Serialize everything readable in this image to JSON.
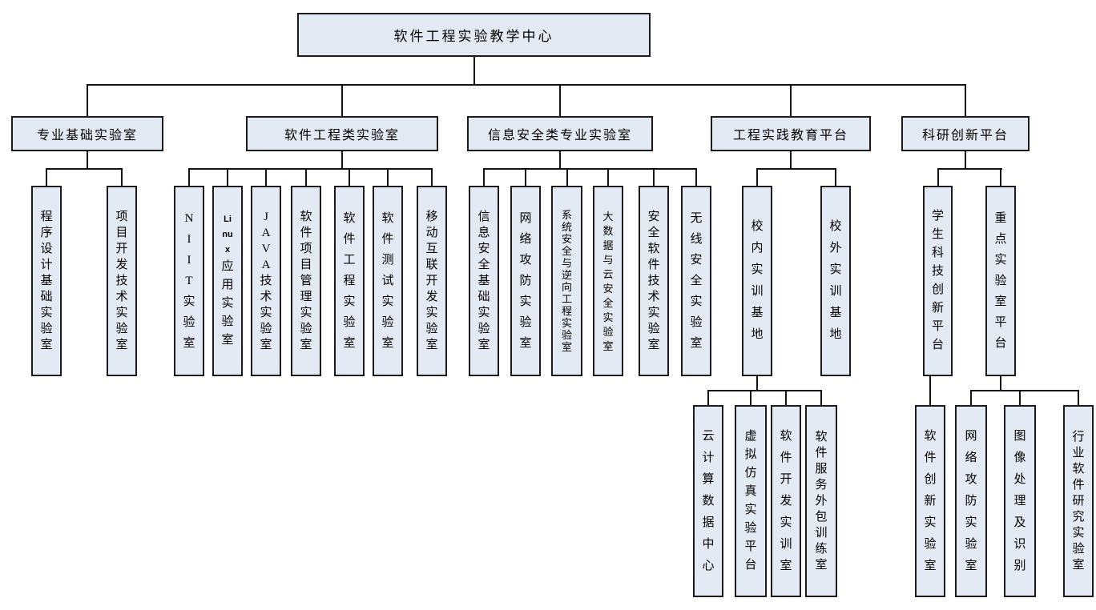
{
  "palette": {
    "box_fill": "#e3eaf4",
    "box_border": "#1b1b1b",
    "connector": "#141414",
    "text": "#000000",
    "background": "#ffffff"
  },
  "tree": {
    "id": "center",
    "label": "软件工程实验教学中心",
    "children": [
      {
        "id": "basic-labs",
        "label": "专业基础实验室",
        "children": [
          {
            "id": "program-design-lab",
            "label": "程序设计基础实验室"
          },
          {
            "id": "project-dev-lab",
            "label": "项目开发技术实验室"
          }
        ]
      },
      {
        "id": "software-eng-labs",
        "label": "软件工程类实验室",
        "children": [
          {
            "id": "niit-lab",
            "label": "NIIT实验室"
          },
          {
            "id": "linux-lab",
            "label": "Linux应用实验室",
            "rows": [
              "Li",
              "nu",
              "x",
              "应",
              "用",
              "实",
              "验",
              "室"
            ]
          },
          {
            "id": "java-lab",
            "label": "JAVA技术实验室"
          },
          {
            "id": "project-mgmt-lab",
            "label": "软件项目管理实验室"
          },
          {
            "id": "software-eng-lab",
            "label": "软件工程实验室"
          },
          {
            "id": "software-testing-lab",
            "label": "软件测试实验室"
          },
          {
            "id": "mobile-dev-lab",
            "label": "移动互联开发实验室"
          }
        ]
      },
      {
        "id": "infosec-labs",
        "label": "信息安全类专业实验室",
        "children": [
          {
            "id": "infosec-basic-lab",
            "label": "信息安全基础实验室"
          },
          {
            "id": "network-attack-defense-lab",
            "label": "网络攻防实验室"
          },
          {
            "id": "system-security-reverse-lab",
            "label": "系统安全与逆向工程实验室"
          },
          {
            "id": "bigdata-cloud-security-lab",
            "label": "大数据与云安全实验室"
          },
          {
            "id": "security-software-lab",
            "label": "安全软件技术实验室"
          },
          {
            "id": "wireless-security-lab",
            "label": "无线安全实验室"
          }
        ]
      },
      {
        "id": "practice-platform",
        "label": "工程实践教育平台",
        "children": [
          {
            "id": "on-campus-training-base",
            "label": "校内实训基地",
            "children": [
              {
                "id": "cloud-datacenter",
                "label": "云计算数据中心"
              },
              {
                "id": "virtual-simulation-platform",
                "label": "虚拟仿真实验平台"
              },
              {
                "id": "software-dev-training-room",
                "label": "软件开发实训室"
              },
              {
                "id": "outsourcing-training-room",
                "label": "软件服务外包训练室"
              }
            ]
          },
          {
            "id": "off-campus-training-base",
            "label": "校外实训基地"
          }
        ]
      },
      {
        "id": "research-platform",
        "label": "科研创新平台",
        "children": [
          {
            "id": "student-innovation-platform",
            "label": "学生科技创新平台",
            "children": [
              {
                "id": "software-innovation-lab",
                "label": "软件创新实验室"
              }
            ]
          },
          {
            "id": "key-lab-platform",
            "label": "重点实验室平台",
            "children": [
              {
                "id": "key-network-attack-defense-lab",
                "label": "网络攻防实验室"
              },
              {
                "id": "image-processing-lab",
                "label": "图像处理及识别"
              },
              {
                "id": "industry-software-lab",
                "label": "行业软件研究实验室"
              }
            ]
          }
        ]
      }
    ]
  }
}
